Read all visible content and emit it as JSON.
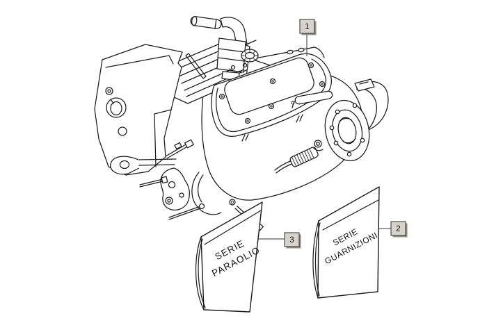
{
  "page": {
    "background": "#ffffff"
  },
  "colors": {
    "line": "#1b1b1b",
    "text": "#141414",
    "leader": "#333333",
    "callout_fill": "#d8d4cb",
    "callout_border": "#2e2e2e",
    "callout_shadow": "#908d85"
  },
  "callouts": [
    {
      "label": "1"
    },
    {
      "label": "2"
    },
    {
      "label": "3"
    }
  ],
  "envelopes": [
    {
      "line1": "SERIE",
      "line2": "PARAOLIO"
    },
    {
      "line1": "SERIE",
      "line2": "GUARNIZIONI"
    }
  ]
}
